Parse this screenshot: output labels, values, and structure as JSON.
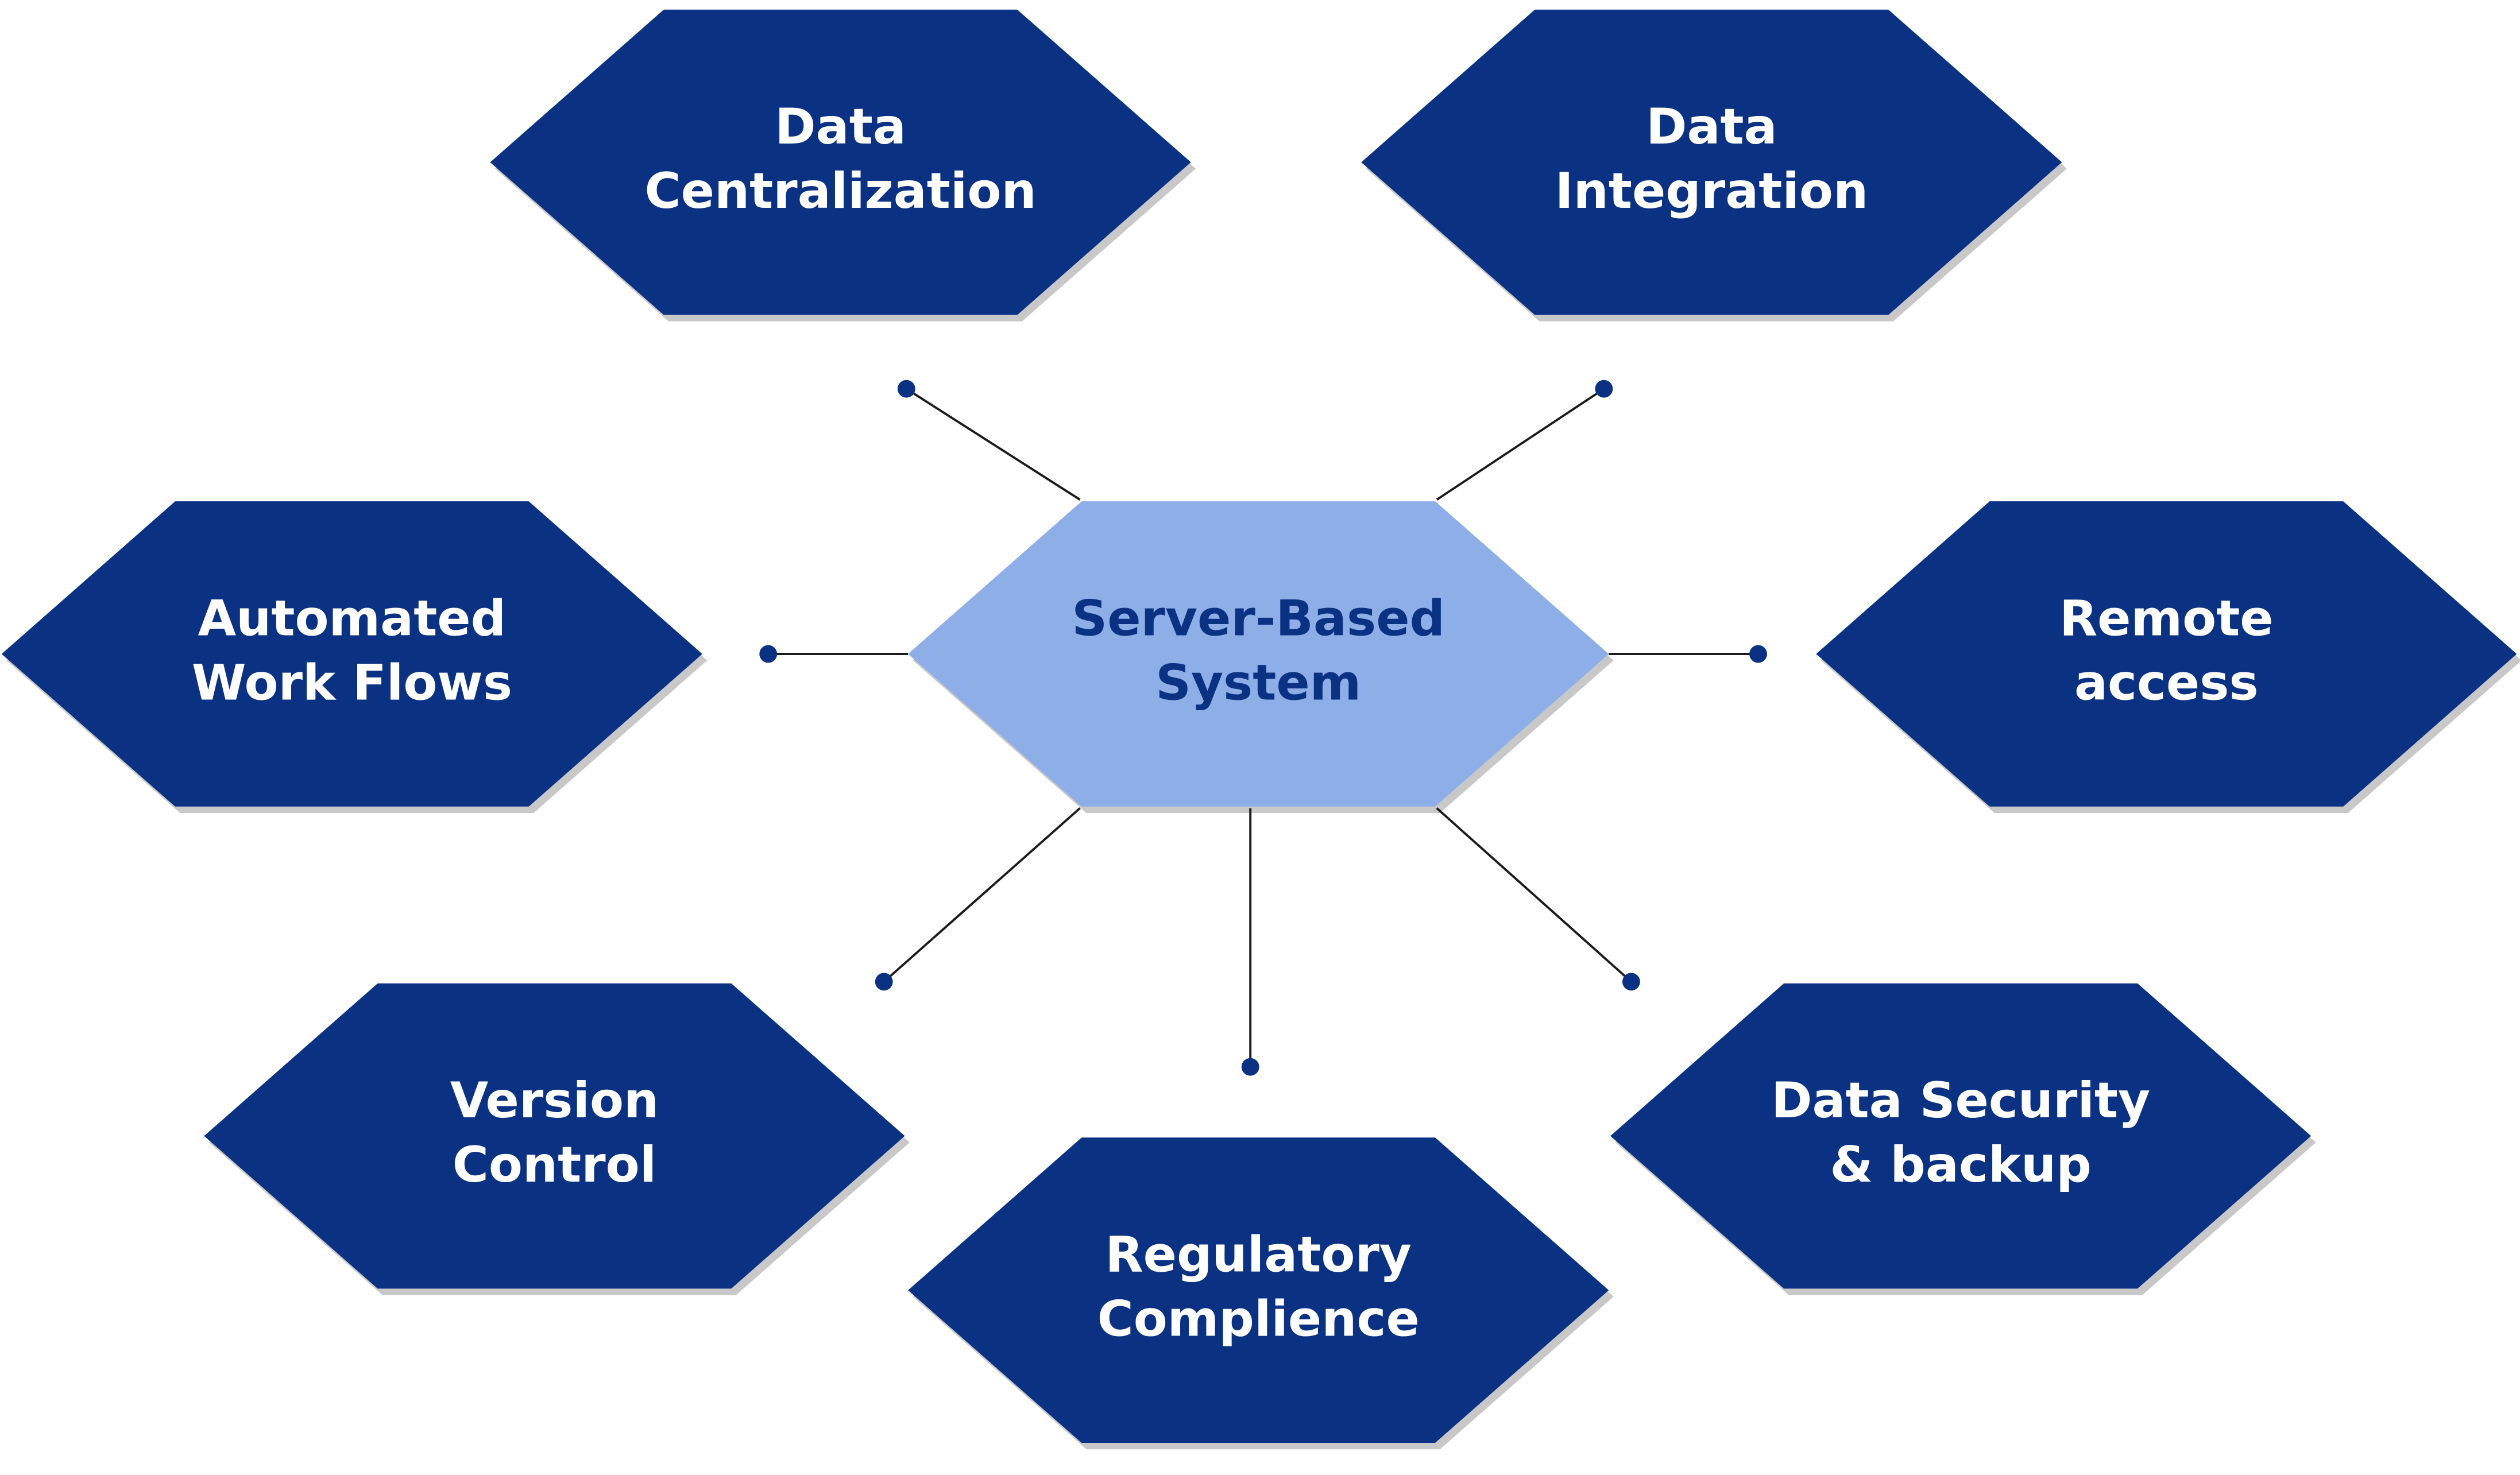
{
  "center": {
    "lines": [
      "Server-Based",
      "System"
    ],
    "fill": "#8EAEE8",
    "text_color": "#0B3182"
  },
  "nodes": [
    {
      "id": "data-centralization",
      "lines": [
        "Data",
        "Centralization"
      ]
    },
    {
      "id": "data-integration",
      "lines": [
        "Data",
        "Integration"
      ]
    },
    {
      "id": "automated-work-flows",
      "lines": [
        "Automated",
        "Work Flows"
      ]
    },
    {
      "id": "remote-access",
      "lines": [
        "Remote",
        "access"
      ]
    },
    {
      "id": "version-control",
      "lines": [
        "Version",
        "Control"
      ]
    },
    {
      "id": "regulatory-compliance",
      "lines": [
        "Regulatory",
        "Complience"
      ]
    },
    {
      "id": "data-security-backup",
      "lines": [
        "Data Security",
        "& backup"
      ]
    }
  ],
  "colors": {
    "node_fill": "#0B3182",
    "node_text": "#FFFFFF",
    "connector": "#1A1A1A",
    "connector_dot": "#0B3182",
    "shadow": "#9A9A9A"
  }
}
